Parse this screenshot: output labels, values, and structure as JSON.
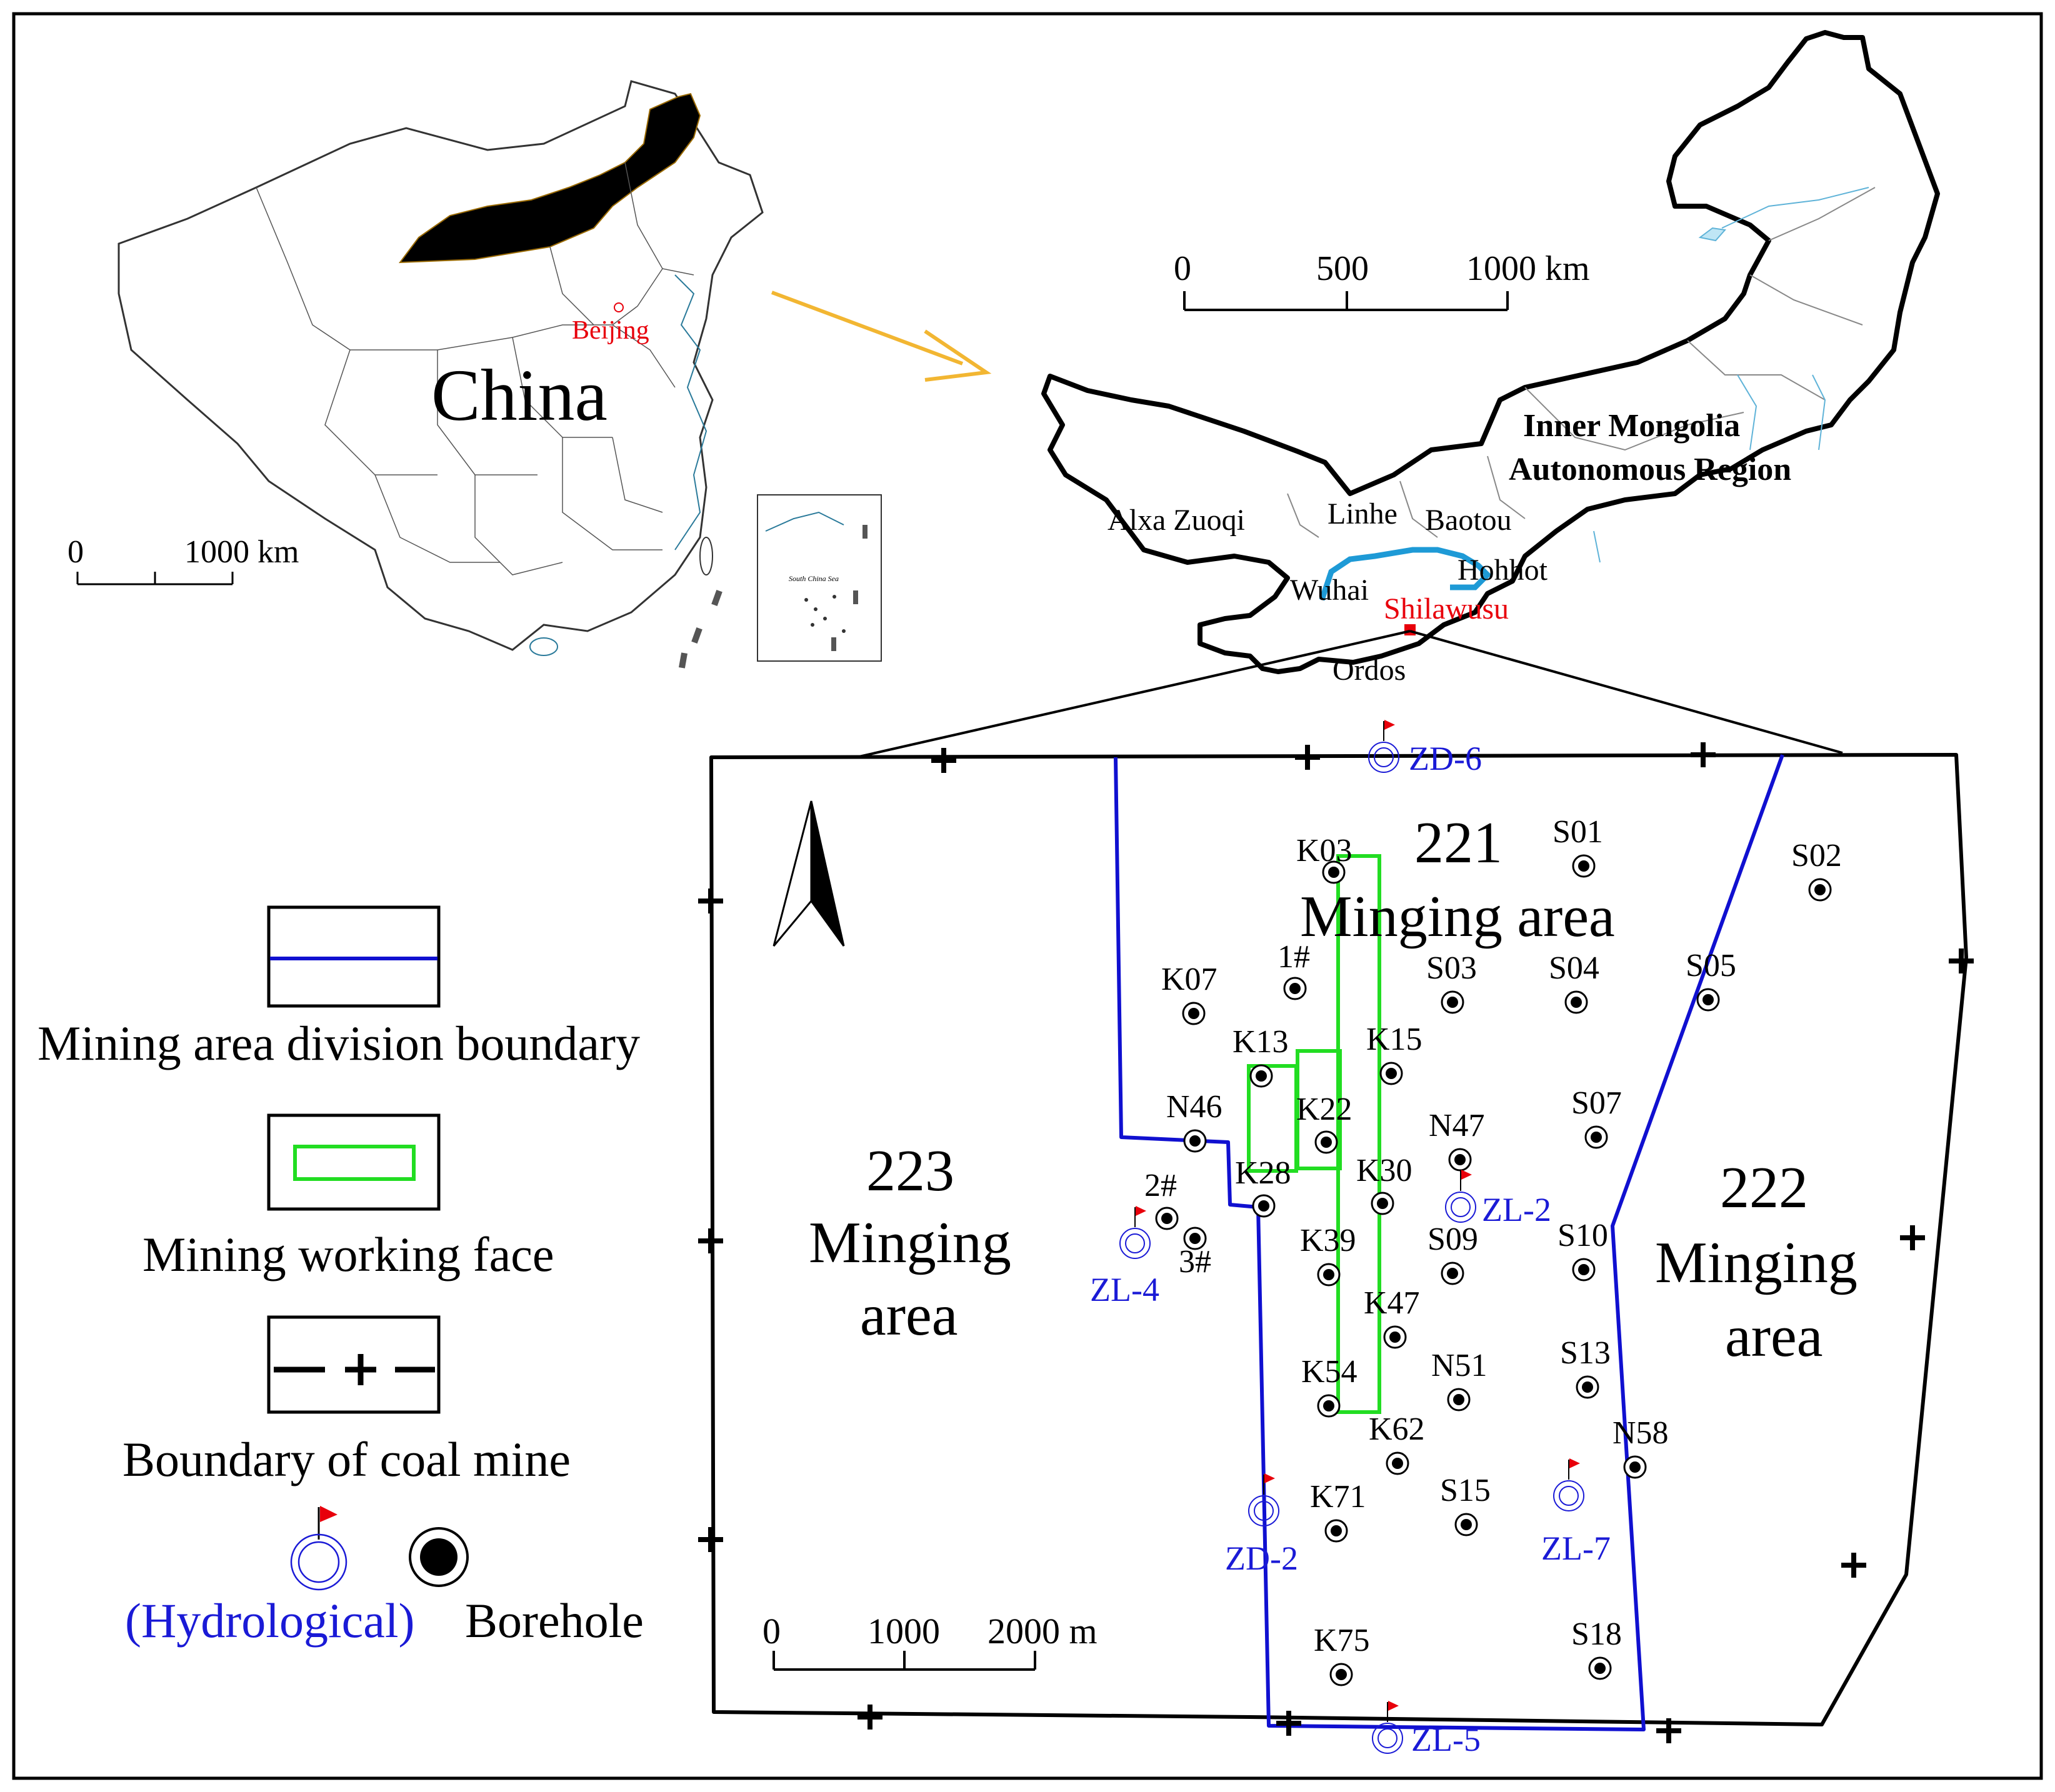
{
  "china_map": {
    "country_label": "China",
    "capital_label": "Beijing",
    "scale": {
      "zero": "0",
      "end": "1000 km"
    },
    "inset_label": "South China Sea",
    "highlight_color": "#f2b632"
  },
  "region_map": {
    "title_line1": "Inner Mongolia",
    "title_line2": "Autonomous Region",
    "scale": {
      "zero": "0",
      "mid": "500",
      "end": "1000 km"
    },
    "places": {
      "alxa": "Alxa Zuoqi",
      "linhe": "Linhe",
      "baotou": "Baotou",
      "hohhot": "Hohhot",
      "wuhai": "Wuhai",
      "shilawusu": "Shilawusu",
      "ordos": "Ordos"
    },
    "river_color": "#1e9ad6",
    "site_color": "#e8000b"
  },
  "mine_map": {
    "areas": {
      "a221": {
        "num": "221",
        "name": "Minging area"
      },
      "a223": {
        "num": "223",
        "line2": "Minging",
        "line3": "area"
      },
      "a222": {
        "num": "222",
        "line2": "Minging",
        "line3": "area"
      }
    },
    "scale": {
      "zero": "0",
      "mid": "1000",
      "end": "2000 m"
    },
    "boreholes": [
      "K03",
      "S01",
      "S02",
      "1#",
      "K07",
      "S03",
      "S04",
      "S05",
      "K13",
      "K15",
      "N46",
      "K22",
      "N47",
      "S07",
      "K28",
      "K30",
      "2#",
      "3#",
      "K39",
      "S09",
      "S10",
      "K47",
      "K54",
      "N51",
      "S13",
      "K62",
      "N58",
      "K71",
      "S15",
      "K75",
      "S18"
    ],
    "hydro_boreholes": [
      "ZD-6",
      "ZL-2",
      "ZL-4",
      "ZD-2",
      "ZL-7",
      "ZL-5"
    ],
    "colors": {
      "division": "#1010d0",
      "working_face": "#22dd22",
      "hydro": "#1a1ad6",
      "flag": "#e8000b"
    }
  },
  "legend": {
    "division": "Mining area division boundary",
    "working_face": "Mining working face",
    "coal_mine": "Boundary of coal mine",
    "hydro_prefix": "(Hydrological)",
    "borehole": "Borehole"
  }
}
